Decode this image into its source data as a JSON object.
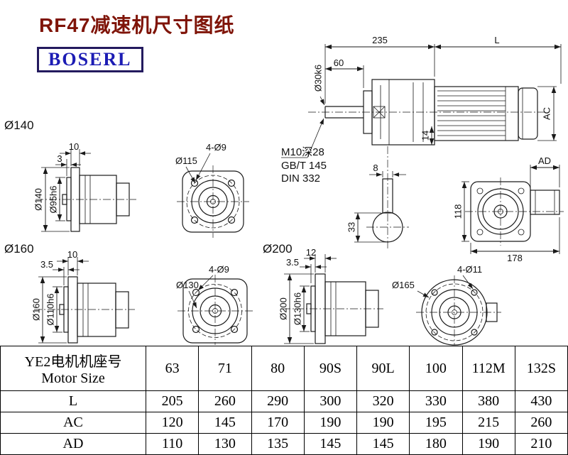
{
  "header": {
    "title": "RF47减速机尺寸图纸",
    "logo": "BOSERL"
  },
  "drawing": {
    "assembly": {
      "dim_width": "235",
      "dim_length": "L",
      "dim_shaft_len": "60",
      "shaft_dia": "Ø30k6",
      "dim_motor_dia": "AC",
      "dim_gap": "14",
      "tap_note": "M10深28",
      "std_note1": "GB/T 145",
      "std_note2": "DIN 332"
    },
    "key_section": {
      "key_width": "8",
      "key_height": "33"
    },
    "rear_view": {
      "dim_ad": "AD",
      "dim_height": "118",
      "dim_width": "178"
    },
    "flange140": {
      "group_label": "Ø140",
      "flange_thickness": "10",
      "spigot_depth": "3",
      "flange_dia": "Ø140",
      "spigot_dia": "Ø95h6"
    },
    "front140": {
      "holes": "4-Ø9",
      "bolt_circle": "Ø115"
    },
    "flange160": {
      "group_label": "Ø160",
      "flange_thickness": "10",
      "spigot_depth": "3.5",
      "flange_dia": "Ø160",
      "spigot_dia": "Ø110h6"
    },
    "front160": {
      "holes": "4-Ø9",
      "bolt_circle": "Ø130"
    },
    "flange200": {
      "group_label": "Ø200",
      "flange_thickness": "12",
      "spigot_depth": "3.5",
      "flange_dia": "Ø200",
      "spigot_dia": "Ø130h6"
    },
    "front200": {
      "holes": "4-Ø11",
      "bolt_circle": "Ø165"
    }
  },
  "table": {
    "header": {
      "label_cn": "YE2电机机座号",
      "label_en": "Motor Size",
      "sizes": [
        "63",
        "71",
        "80",
        "90S",
        "90L",
        "100",
        "112M",
        "132S"
      ]
    },
    "rows": [
      {
        "label": "L",
        "values": [
          "205",
          "260",
          "290",
          "300",
          "320",
          "330",
          "380",
          "430"
        ]
      },
      {
        "label": "AC",
        "values": [
          "120",
          "145",
          "170",
          "190",
          "190",
          "195",
          "215",
          "260"
        ]
      },
      {
        "label": "AD",
        "values": [
          "110",
          "130",
          "135",
          "145",
          "145",
          "180",
          "190",
          "210"
        ]
      }
    ]
  }
}
